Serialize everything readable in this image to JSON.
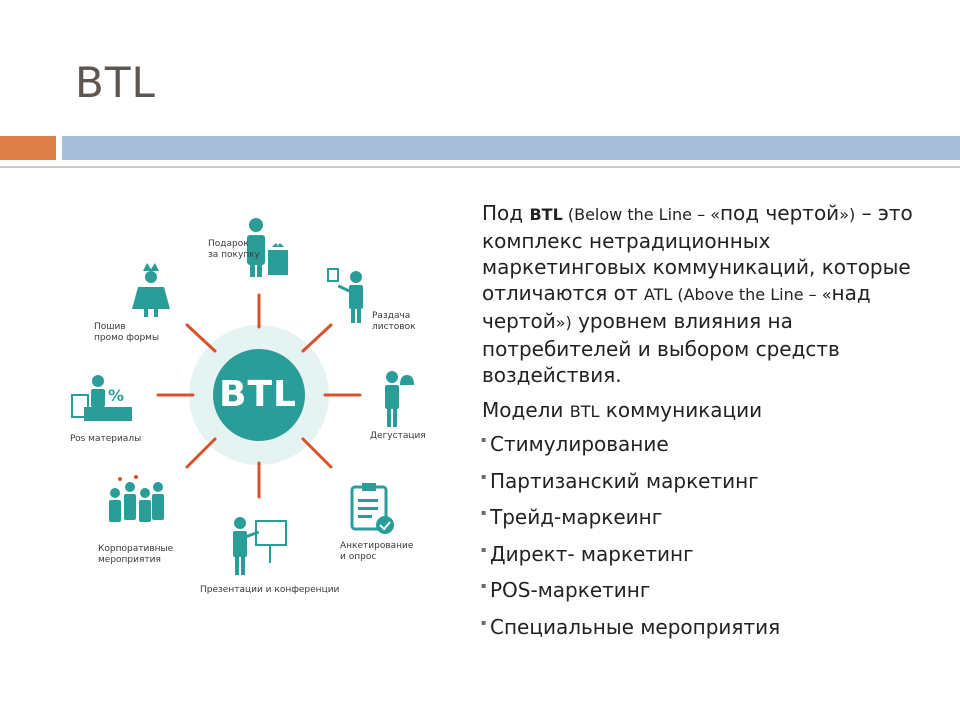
{
  "title": "BTL",
  "diagram": {
    "center": "BTL",
    "accent_color": "#2a9d99",
    "spoke_color": "#d6532a",
    "labels": {
      "gift": [
        "Подарок",
        "за покупку"
      ],
      "flyers": [
        "Раздача",
        "листовок"
      ],
      "tasting": [
        "Дегустация"
      ],
      "survey": [
        "Анкетирование",
        "и опрос"
      ],
      "presentations": [
        "Презентации и конференции"
      ],
      "corporate": [
        "Корпоративные",
        "мероприятия"
      ],
      "pos": [
        "Pos материалы"
      ],
      "promo": [
        "Пошив",
        "промо формы"
      ]
    }
  },
  "text": {
    "p1": "Под ",
    "p2": "BTL",
    "p3": " (Below the Line – «",
    "p4": "под чертой",
    "p5": "»)",
    "p6": " – это комплекс нетрадиционных маркетинговых коммуникаций, которые отличаются от ",
    "p7": "ATL (Above the Line – «",
    "p8": "над чертой",
    "p9": "»)",
    "p10": " уровнем влияния на потребителей и выбором средств воздействия.",
    "models_a": "Модели ",
    "models_b": "BTL",
    "models_c": " коммуникации"
  },
  "bullets": [
    "Стимулирование",
    "Партизанский маркетинг",
    "Трейд-маркеинг",
    "Директ- маркетинг",
    "POS-маркетинг",
    "Специальные мероприятия"
  ]
}
